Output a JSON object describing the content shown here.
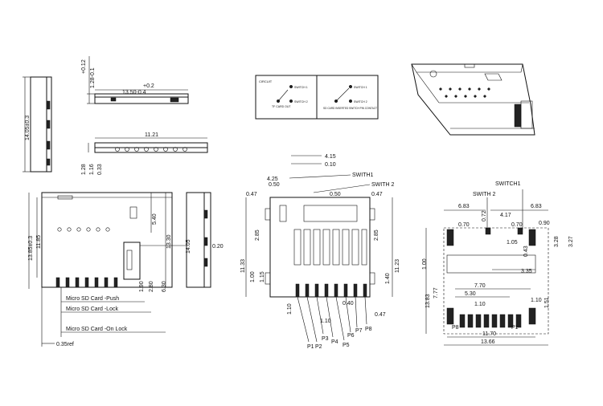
{
  "side_view_left": {
    "height_dim": "14.05±0.3"
  },
  "top_view": {
    "tol_top": "+0.12",
    "dim_128": "1.28-0.1",
    "tol_width": "+0.2",
    "width_dim": "13.50-0.4"
  },
  "side_view": {
    "length_dim": "11.21",
    "dim_128": "1.28",
    "dim_116": "1.16",
    "dim_033": "0.33"
  },
  "schematic": {
    "title": "CIRCUIT",
    "switch1": "SWITCH 1",
    "switch2": "SWITCH 2",
    "left_caption": "TF CARD OUT",
    "right_caption": "SD CARD INSERTED  SWITCH PIN CONTACT"
  },
  "front_view": {
    "dim_1385": "13.85±0.3",
    "dim_1185": "11.85",
    "dim_540": "5.40",
    "dim_1330": "13.30",
    "dim_020": "0.20",
    "dim_190": "1.90",
    "dim_280": "2.80",
    "dim_630": "6.30",
    "dim_1405": "14.05",
    "label_push": "Micro SD Card -Push",
    "label_lock": "Micro SD Card -Lock",
    "label_onlock": "Micro SD Card -On Lock",
    "dim_035": "0.35ref"
  },
  "bottom_view": {
    "dim_415": "4.15",
    "dim_010": "0.10",
    "dim_425": "4.25",
    "dim_050a": "0.50",
    "switch1": "SWITH1",
    "switch2": "SWITH 2",
    "dim_047a": "0.47",
    "dim_050b": "0.50",
    "dim_047b": "0.47",
    "dim_285a": "2.85",
    "dim_285b": "2.85",
    "dim_1133": "11.33",
    "dim_1123": "11.23",
    "dim_100": "1.00",
    "dim_115": "1.15",
    "dim_140": "1.40",
    "dim_110": "1.10",
    "dim_110b": "1.10",
    "dim_040": "0.40",
    "dim_047c": "0.47",
    "pins": [
      "P1",
      "P2",
      "P3",
      "P4",
      "P5",
      "P6",
      "P7",
      "P8"
    ]
  },
  "footprint": {
    "switch1": "SWITCH1",
    "switch2": "SWITH 2",
    "dim_683a": "6.83",
    "dim_072": "0.72",
    "dim_683b": "6.83",
    "dim_417": "4.17",
    "dim_070a": "0.70",
    "dim_070b": "0.70",
    "dim_090": "0.90",
    "dim_105": "1.05",
    "dim_328": "3.28",
    "dim_327": "3.27",
    "dim_100": "1.00",
    "dim_043": "0.43",
    "dim_335": "3.35",
    "dim_1383": "13.83",
    "dim_777": "7.77",
    "dim_770": "7.70",
    "dim_530": "5.30",
    "dim_110a": "1.10",
    "dim_110b": "1.10",
    "dim_151": "1.51",
    "dim_1170": "11.70",
    "dim_1366": "13.66",
    "pin_p8": "P8",
    "pin_p1": "P1"
  }
}
